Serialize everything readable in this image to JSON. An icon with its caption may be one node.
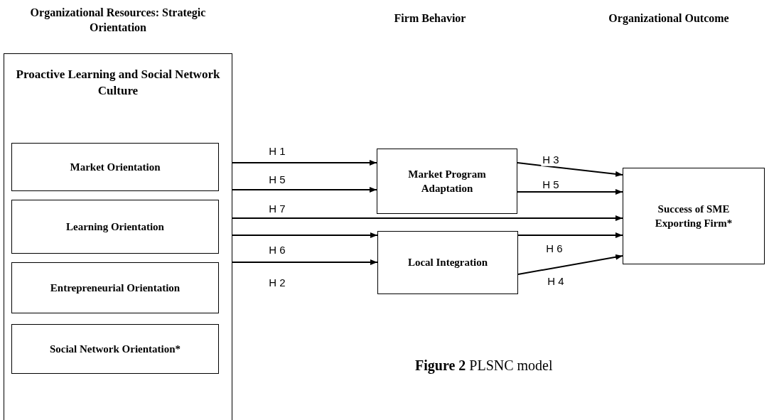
{
  "diagram": {
    "caption": "**Figure 2** PLSNC model",
    "nodes": [
      {
        "text": [
          "Proactive Learning and Social Network Culture"
        ]
      },
      {
        "text": [
          "Market Orientation"
        ],
        "in": 0
      },
      {
        "text": [
          "Learning Orientation"
        ],
        "in": 0
      },
      {
        "text": [
          "Entrepreneurial Orientation"
        ],
        "in": 0
      },
      {
        "text": [
          "Social Network Orientation*"
        ],
        "in": 0
      },
      {
        "text": [
          "Market Program Adaptation"
        ]
      },
      {
        "text": [
          "Local Integration"
        ]
      },
      {
        "text": [
          "Success of SME Exporting Firm*"
        ]
      }
    ],
    "edges": [
      {
        "from": 0,
        "to": 5,
        "arrow": "to",
        "label": "H 1"
      },
      {
        "from": 0,
        "to": 5,
        "arrow": "to",
        "label": "H 5"
      },
      {
        "from": 0,
        "to": 7,
        "arrow": "to",
        "label": "H 7"
      },
      {
        "from": 0,
        "to": 6,
        "arrow": "to",
        "label": "H 6"
      },
      {
        "from": 0,
        "to": 6,
        "arrow": "to",
        "label": "H 2"
      },
      {
        "from": 5,
        "to": 7,
        "arrow": "to",
        "label": "H 3"
      },
      {
        "from": 5,
        "to": 7,
        "arrow": "to",
        "label": "H 5"
      },
      {
        "from": 6,
        "to": 7,
        "arrow": "to",
        "label": "H 6"
      },
      {
        "from": 6,
        "to": 7,
        "arrow": "to",
        "label": "H 4"
      }
    ],
    "labels": [
      "Organizational Resources: Strategic Orientation",
      "Firm Behavior",
      "Organizational Outcome"
    ]
  }
}
